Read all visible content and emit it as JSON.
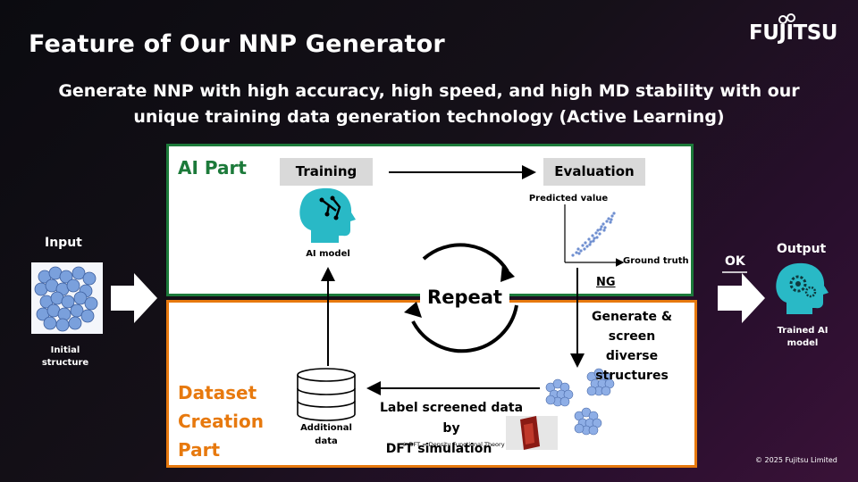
{
  "title": "Feature of Our NNP Generator",
  "logo": "FUJITSU",
  "subtitle_line1": "Generate NNP with high accuracy, high speed, and high MD stability with our",
  "subtitle_line2": "unique training data generation technology (Active Learning)",
  "ai_part": {
    "title": "AI Part",
    "training": "Training",
    "evaluation": "Evaluation",
    "ai_model": "AI model",
    "predicted_value": "Predicted value",
    "ground_truth": "Ground truth",
    "ng": "NG"
  },
  "dataset_part": {
    "title_line1": "Dataset",
    "title_line2": "Creation",
    "title_line3": "Part",
    "additional_line1": "Additional",
    "additional_line2": "data",
    "label_line1": "Label screened data by",
    "label_line2": "DFT simulation",
    "dft_note": "※ DFT = Density Functional Theory",
    "generate_line1": "Generate &",
    "generate_line2": "screen  diverse",
    "generate_line3": "structures"
  },
  "repeat": "Repeat",
  "input": {
    "label": "Input",
    "caption_line1": "Initial",
    "caption_line2": "structure"
  },
  "output": {
    "label": "Output",
    "ok": "OK",
    "caption_line1": "Trained AI",
    "caption_line2": "model"
  },
  "copyright": "© 2025 Fujitsu Limited",
  "colors": {
    "ai_green": "#1c7a3a",
    "dataset_orange": "#e7790e",
    "head_teal": "#29b9c6",
    "atom_blue": "#7aa0dc"
  },
  "icons": [
    "ai-brain-head-icon",
    "gear-head-icon",
    "database-icon",
    "supercomputer-icon",
    "cycle-arrow-icon"
  ]
}
